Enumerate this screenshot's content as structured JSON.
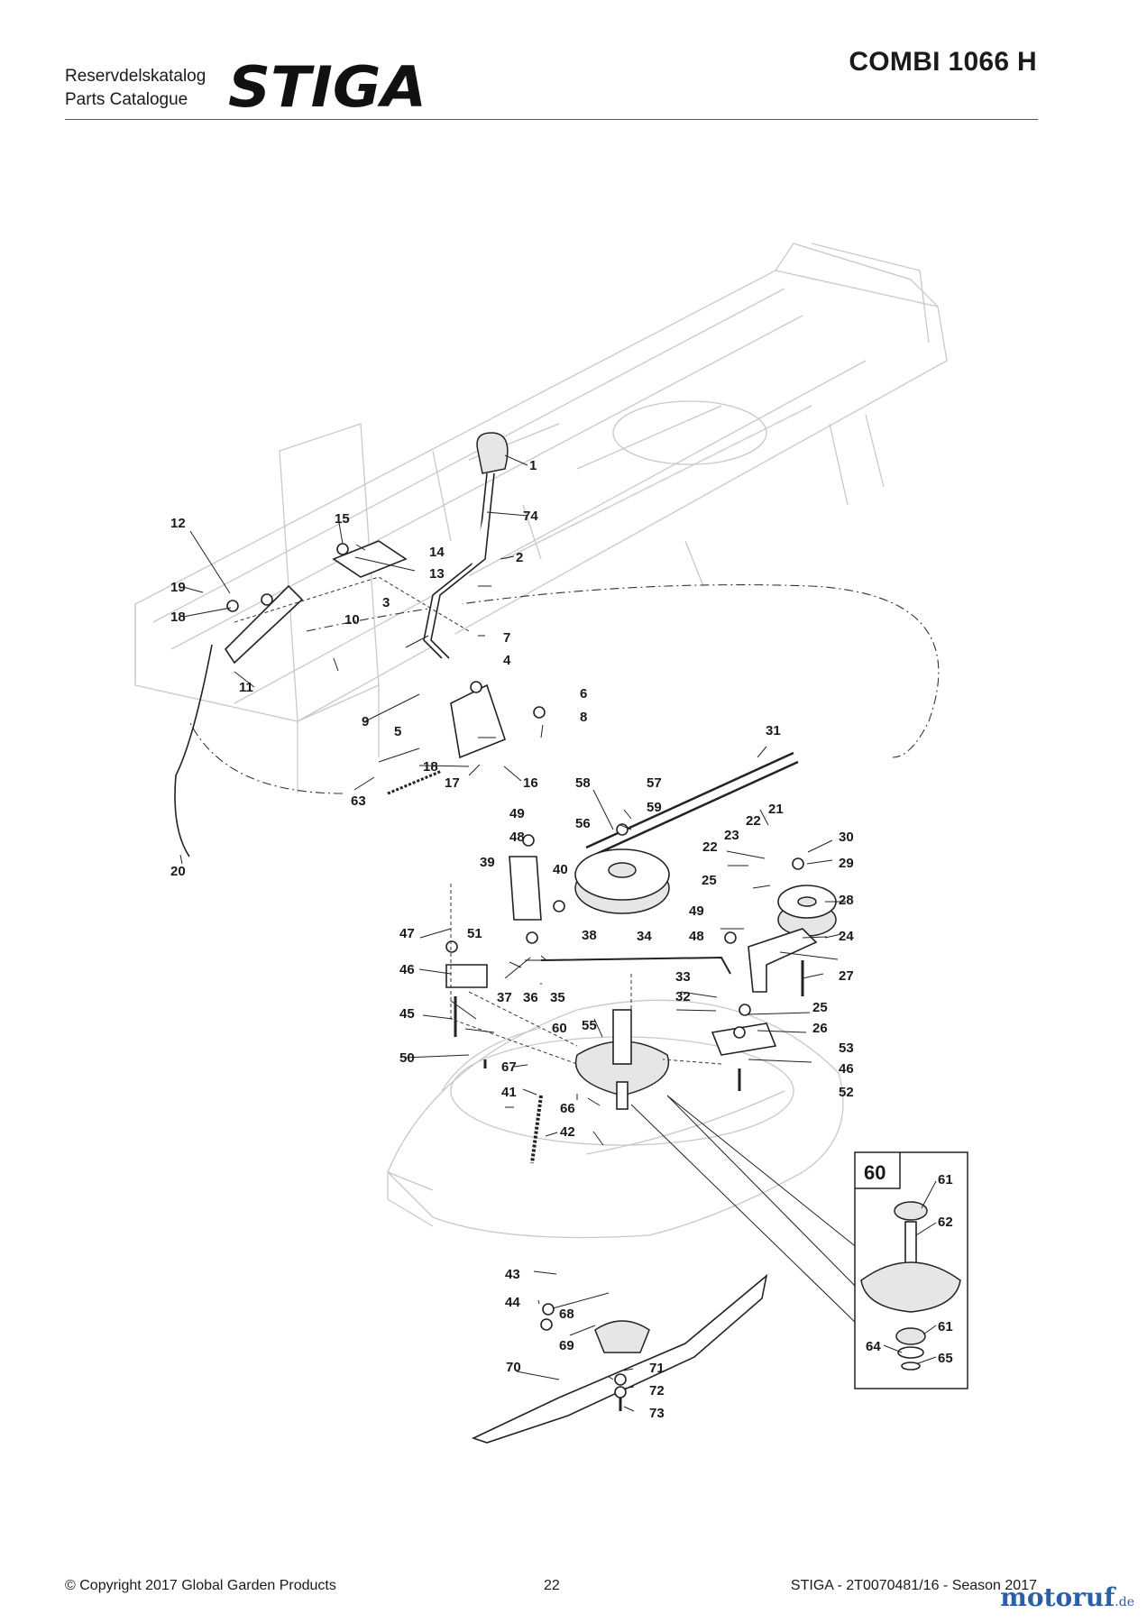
{
  "header": {
    "catalog_sv": "Reservdelskatalog",
    "catalog_en": "Parts Catalogue",
    "brand": "STIGA",
    "model": "COMBI 1066 H"
  },
  "footer": {
    "copyright": "© Copyright 2017 Global Garden Products",
    "page": "22",
    "doc_ref": "STIGA - 2T0070481/16 - Season 2017"
  },
  "watermark": {
    "name": "motoruf",
    "tld": ".de"
  },
  "inset": {
    "title": "60",
    "labels": [
      "61",
      "62",
      "61",
      "64",
      "65"
    ]
  },
  "callouts": [
    "1",
    "74",
    "2",
    "3",
    "7",
    "4",
    "6",
    "8",
    "5",
    "9",
    "10",
    "11",
    "12",
    "15",
    "14",
    "13",
    "19",
    "18",
    "18",
    "17",
    "16",
    "63",
    "20",
    "31",
    "58",
    "57",
    "59",
    "56",
    "21",
    "22",
    "23",
    "22",
    "30",
    "29",
    "28",
    "25",
    "49",
    "48",
    "39",
    "40",
    "38",
    "47",
    "51",
    "46",
    "45",
    "50",
    "37",
    "36",
    "35",
    "34",
    "33",
    "32",
    "49",
    "48",
    "24",
    "27",
    "25",
    "26",
    "55",
    "60",
    "53",
    "46",
    "52",
    "67",
    "41",
    "66",
    "42",
    "43",
    "44",
    "68",
    "69",
    "70",
    "71",
    "72",
    "73"
  ],
  "colors": {
    "line": "#222222",
    "ghost": "#c8c8c8",
    "watermark": "#2b5fa8"
  }
}
